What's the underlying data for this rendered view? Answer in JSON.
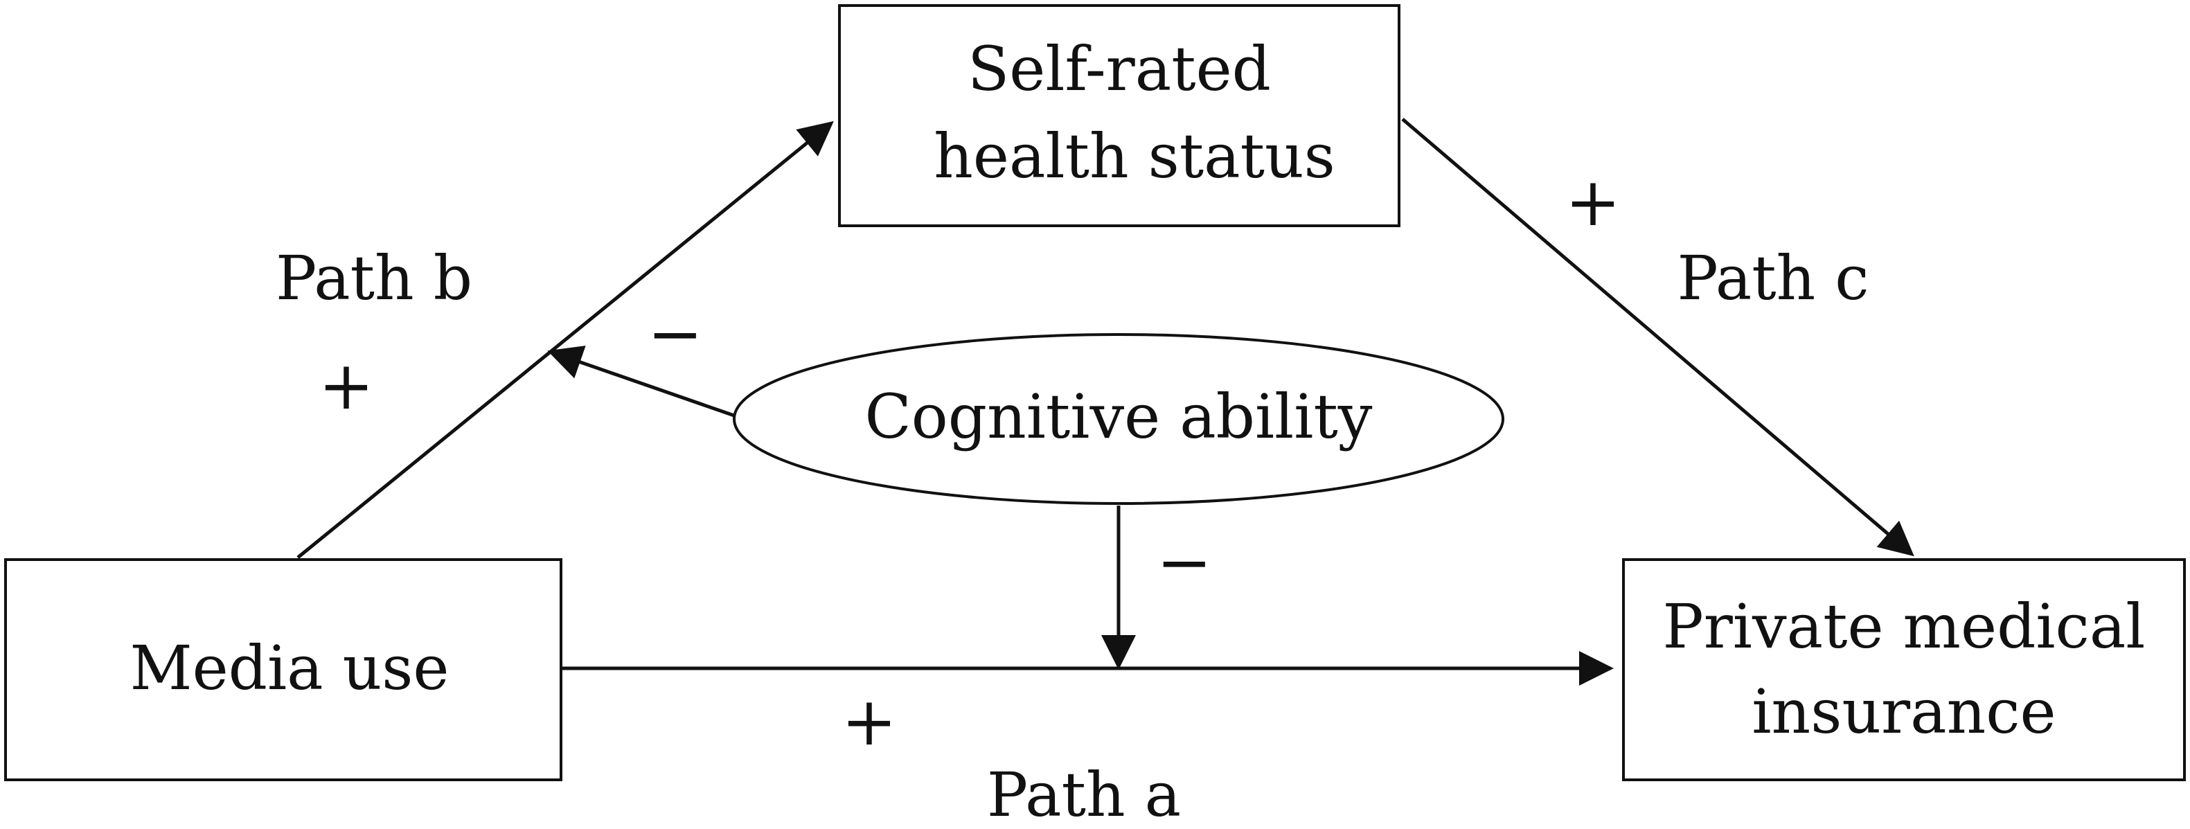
{
  "nodes": {
    "self_rated": {
      "line1": "Self-rated",
      "line2": "health status"
    },
    "media_use": {
      "label": "Media use"
    },
    "private_insurance": {
      "line1": "Private medical",
      "line2": "insurance"
    },
    "cognitive": {
      "label": "Cognitive ability"
    }
  },
  "paths": {
    "a": {
      "label": "Path a",
      "sign": "+"
    },
    "b": {
      "label": "Path b",
      "sign": "+"
    },
    "c": {
      "label": "Path c",
      "sign": "+"
    }
  },
  "moderation": {
    "on_path_b_sign": "−",
    "on_path_a_sign": "−"
  },
  "colors": {
    "stroke": "#111111",
    "background": "#ffffff"
  }
}
